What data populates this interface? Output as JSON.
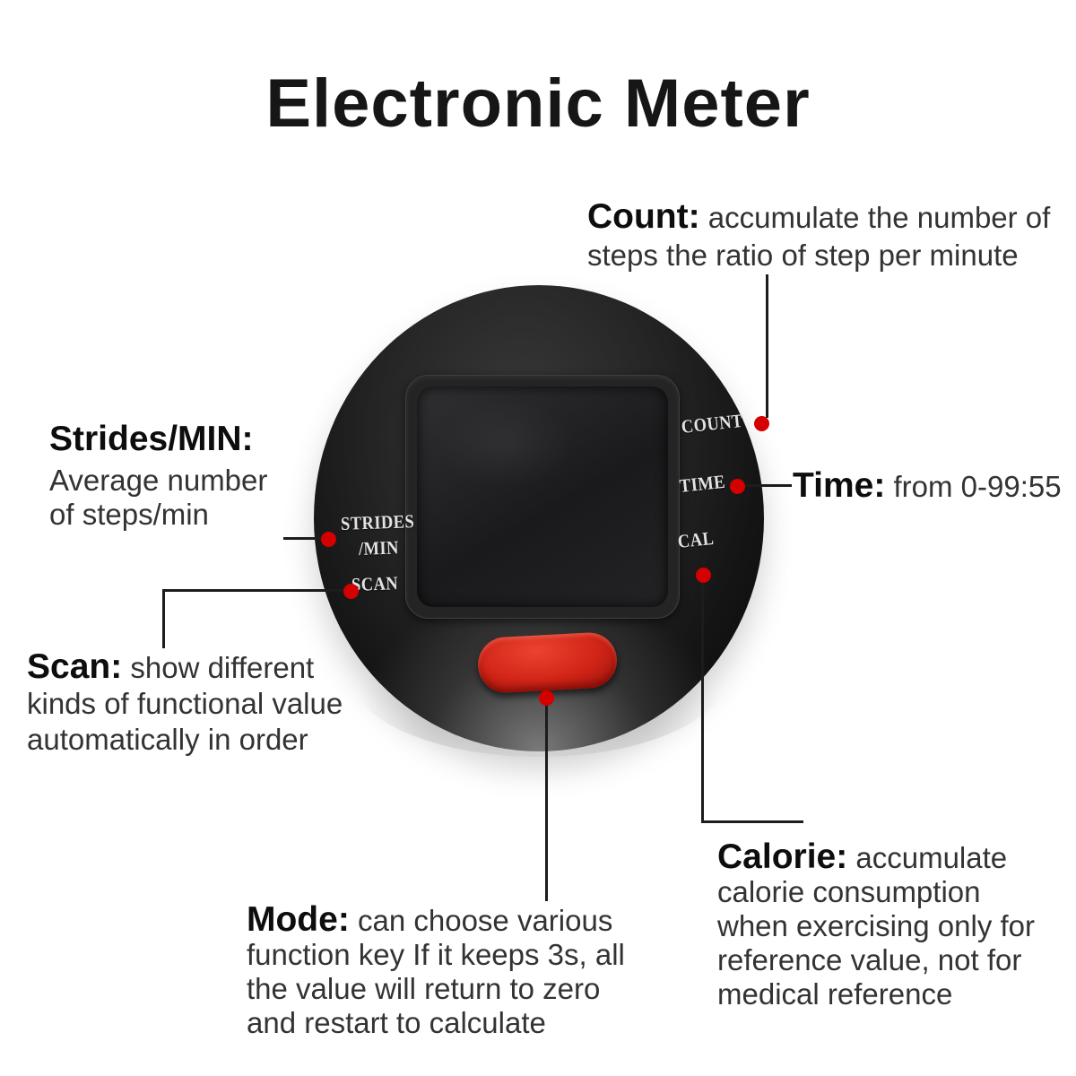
{
  "title": "Electronic Meter",
  "device": {
    "labels": {
      "strides_line1": "STRIDES",
      "strides_line2": "/MIN",
      "scan": "SCAN",
      "count": "COUNT",
      "time": "TIME",
      "cal": "CAL"
    }
  },
  "annotations": {
    "count": {
      "label": "Count:",
      "text": "accumulate the number of steps the ratio of step per minute"
    },
    "time": {
      "label": "Time:",
      "text": "from 0-99:55"
    },
    "strides": {
      "label": "Strides/MIN:",
      "text": "Average number of steps/min"
    },
    "scan": {
      "label": "Scan:",
      "text": "show different kinds of functional value automatically in order"
    },
    "mode": {
      "label": "Mode:",
      "text": "can choose various function key If it keeps 3s, all the value will return to zero and restart to calculate"
    },
    "calorie": {
      "label": "Calorie:",
      "text": "accumulate calorie consumption when exercising only for reference value, not for medical reference"
    }
  },
  "colors": {
    "marker_dot": "#d40000",
    "annotation_line": "#1c1c1c",
    "button_red": "#d02417",
    "device_black": "#141414",
    "background": "#ffffff"
  }
}
